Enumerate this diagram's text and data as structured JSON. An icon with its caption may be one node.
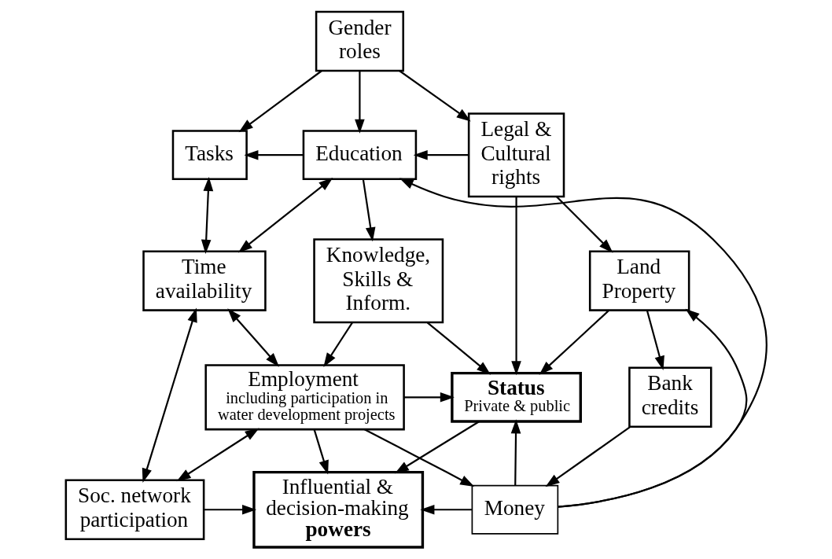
{
  "diagram": {
    "nodes": [
      {
        "text": [
          "Gender roles"
        ]
      },
      {
        "text": [
          "Tasks"
        ]
      },
      {
        "text": [
          "Education"
        ]
      },
      {
        "text": [
          "Legal & Cultural rights"
        ]
      },
      {
        "text": [
          "Time availability"
        ]
      },
      {
        "text": [
          "Knowledge, Skills & Inform."
        ]
      },
      {
        "text": [
          "Land Property"
        ]
      },
      {
        "text": [
          "Employment",
          "including participation in water development projects"
        ]
      },
      {
        "text": [
          "Status",
          "Private & public"
        ]
      },
      {
        "text": [
          "Bank credits"
        ]
      },
      {
        "text": [
          "Soc. network participation"
        ]
      },
      {
        "text": [
          "Influential & decision-making **powers**"
        ]
      },
      {
        "text": [
          "Money"
        ]
      }
    ],
    "edges": [
      {
        "from": 0,
        "to": 1,
        "arrow": "to"
      },
      {
        "from": 0,
        "to": 2,
        "arrow": "to"
      },
      {
        "from": 0,
        "to": 3,
        "arrow": "to"
      },
      {
        "from": 2,
        "to": 1,
        "arrow": "to"
      },
      {
        "from": 3,
        "to": 2,
        "arrow": "to"
      },
      {
        "from": 1,
        "to": 4,
        "arrow": "both"
      },
      {
        "from": 2,
        "to": 4,
        "arrow": "both"
      },
      {
        "from": 2,
        "to": 5,
        "arrow": "to"
      },
      {
        "from": 3,
        "to": 6,
        "arrow": "to"
      },
      {
        "from": 3,
        "to": 8,
        "arrow": "to"
      },
      {
        "from": 12,
        "to": 6,
        "arrow": "to"
      },
      {
        "from": 4,
        "to": 10,
        "arrow": "both"
      },
      {
        "from": 5,
        "to": 7,
        "arrow": "to"
      },
      {
        "from": 5,
        "to": 8,
        "arrow": "to"
      },
      {
        "from": 6,
        "to": 8,
        "arrow": "to"
      },
      {
        "from": 6,
        "to": 9,
        "arrow": "to"
      },
      {
        "from": 4,
        "to": 7,
        "arrow": "both"
      },
      {
        "from": 7,
        "to": 8,
        "arrow": "to"
      },
      {
        "from": 7,
        "to": 12,
        "arrow": "to"
      },
      {
        "from": 7,
        "to": 11,
        "arrow": "to"
      },
      {
        "from": 12,
        "to": 8,
        "arrow": "to"
      },
      {
        "from": 12,
        "to": 2,
        "arrow": "to"
      },
      {
        "from": 9,
        "to": 12,
        "arrow": "to"
      },
      {
        "from": 8,
        "to": 11,
        "arrow": "to"
      },
      {
        "from": 7,
        "to": 10,
        "arrow": "both"
      },
      {
        "from": 10,
        "to": 11,
        "arrow": "to"
      },
      {
        "from": 12,
        "to": 11,
        "arrow": "to"
      }
    ]
  }
}
